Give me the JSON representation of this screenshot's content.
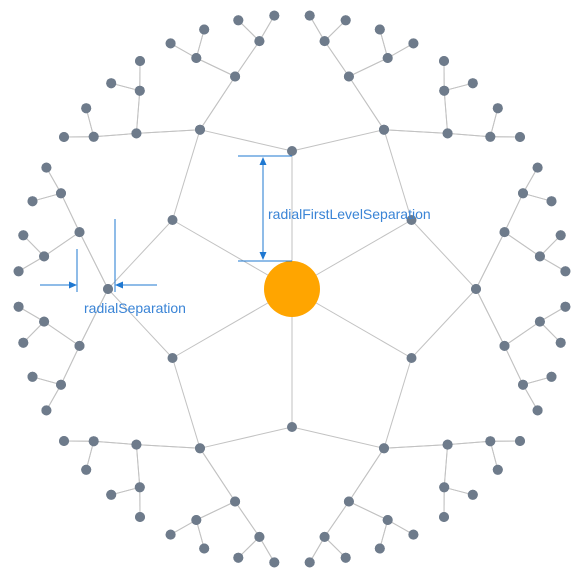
{
  "diagram": {
    "type": "radial-tree",
    "branches": 6,
    "children_per_node": 2,
    "levels": 5,
    "annotations": {
      "first_level_separation": "radialFirstLevelSeparation",
      "separation": "radialSeparation"
    },
    "colors": {
      "root": "#ffa500",
      "node": "#6e7b8b",
      "edge": "#c2c2c2",
      "annotation": "#3a84d6",
      "dimension_line": "#1f78d1",
      "background": "#ffffff"
    }
  }
}
